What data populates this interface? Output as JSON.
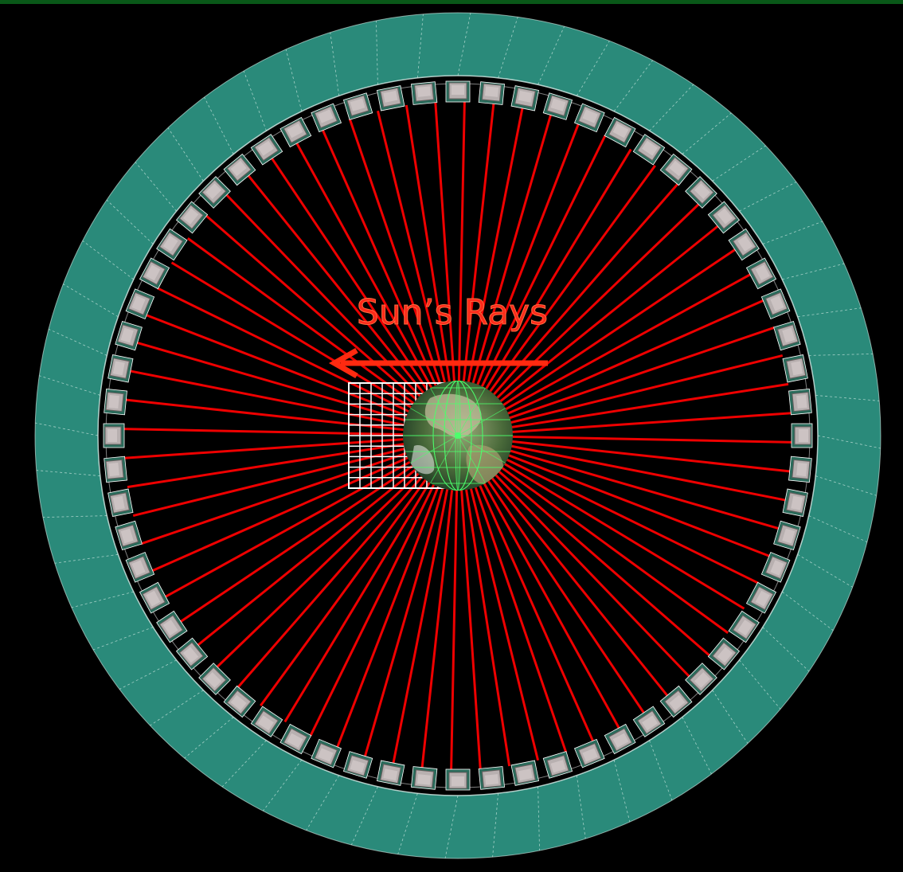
{
  "diagram": {
    "label": "Sun’s Rays",
    "colors": {
      "background": "#000000",
      "ring": "#2a8a7a",
      "ring_lines": "#d8eee8",
      "rays": "#ee0000",
      "label": "#ff2a1a",
      "arrow": "#ff2a10",
      "modules": "#b8b0b0",
      "planet_ocean": "#2f4f2a",
      "planet_land": "#8a9a6a",
      "planet_grid": "#4cff6c",
      "grid_panel": "#ffffff",
      "top_strip": "#12b030"
    },
    "counts": {
      "rays": 72,
      "ring_segments": 56,
      "modules": 64,
      "grid_columns": 10,
      "grid_rows": 10
    },
    "icons": {
      "arrow": "left-arrow-icon",
      "planet": "globe-icon"
    }
  }
}
